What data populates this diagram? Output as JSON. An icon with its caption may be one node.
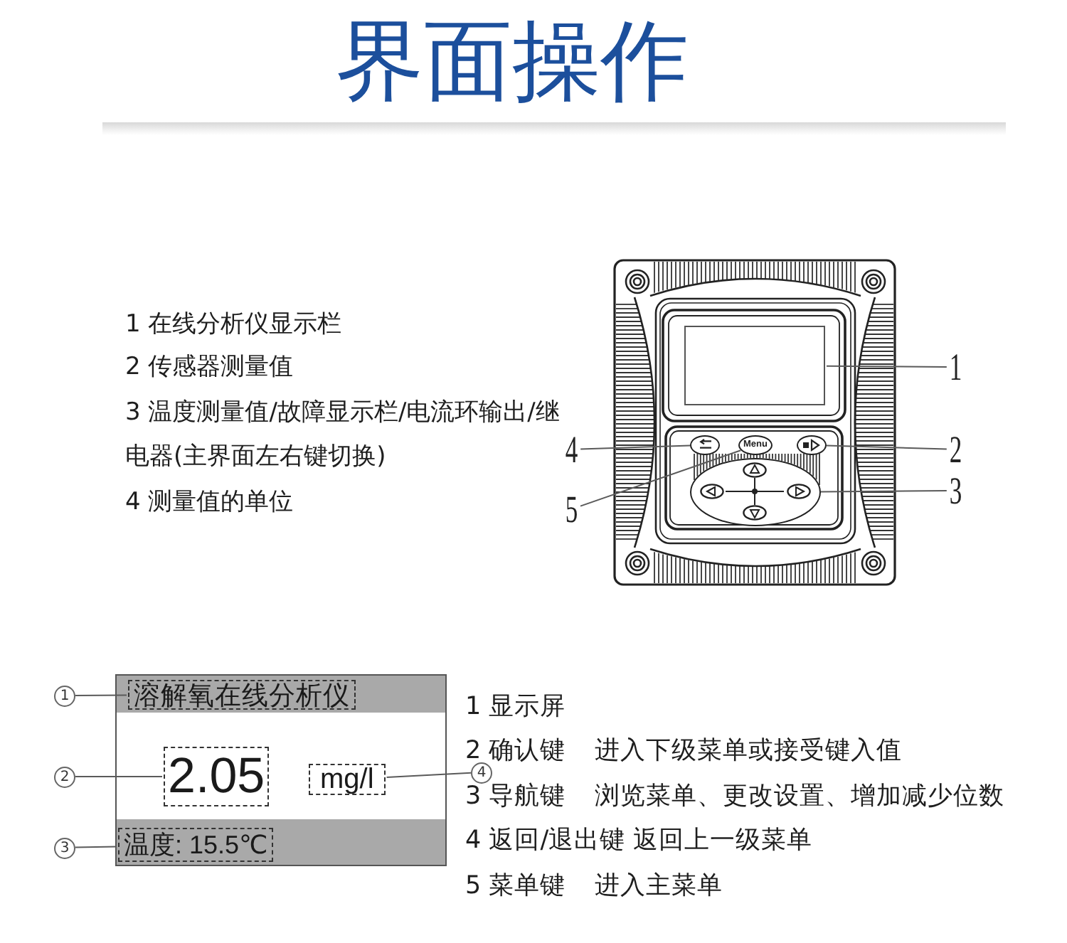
{
  "diagram": {
    "title": "界面操作",
    "nodes": [
      {
        "text": [],
        "shape": "picture"
      },
      {
        "text": [],
        "shape": "box",
        "in": 0
      },
      {
        "text": [],
        "shape": "circle",
        "in": 0
      },
      {
        "text": [
          "Menu"
        ],
        "in": 0
      },
      {
        "text": [],
        "shape": "circle",
        "in": 0
      },
      {
        "text": [],
        "shape": "ellipse",
        "in": 0
      },
      {
        "text": [
          "1"
        ]
      },
      {
        "text": [
          "4"
        ]
      },
      {
        "text": [
          "2"
        ]
      },
      {
        "text": [
          "3"
        ]
      },
      {
        "text": [
          "5"
        ]
      },
      {
        "text": [],
        "shape": "box"
      },
      {
        "text": [
          "溶解氧在线分析仪"
        ],
        "in": 11
      },
      {
        "text": [
          "2.05"
        ],
        "in": 11
      },
      {
        "text": [
          "mg/l"
        ],
        "in": 11
      },
      {
        "text": [
          "温度: 15.5℃"
        ],
        "in": 11
      },
      {
        "text": [
          "1"
        ]
      },
      {
        "text": [
          "2"
        ]
      },
      {
        "text": [
          "4"
        ]
      },
      {
        "text": [
          "3"
        ]
      }
    ],
    "edges": [
      {
        "from": 6,
        "to": 1,
        "arrow": "none"
      },
      {
        "from": 7,
        "to": 2,
        "arrow": "none"
      },
      {
        "from": 8,
        "to": 4,
        "arrow": "none"
      },
      {
        "from": 9,
        "to": 5,
        "arrow": "none"
      },
      {
        "from": 10,
        "to": 3,
        "arrow": "none"
      },
      {
        "from": 16,
        "to": 12,
        "arrow": "none"
      },
      {
        "from": 17,
        "to": 13,
        "arrow": "none"
      },
      {
        "from": 18,
        "to": 14,
        "arrow": "none"
      },
      {
        "from": 19,
        "to": 15,
        "arrow": "none"
      }
    ],
    "labels": [
      "1 在线分析仪显示栏",
      "2 传感器测量值",
      "3 温度测量值/故障显示栏/电流环输出/继电器(主界面左右键切换)",
      "4 测量值的单位",
      "1 显示屏",
      "2 确认键",
      "进入下级菜单或接受键入值",
      "3 导航键",
      "浏览菜单、更改设置、增加减少位数",
      "4 返回/退出键 返回上一级菜单",
      "5 菜单键",
      "进入主菜单"
    ]
  }
}
